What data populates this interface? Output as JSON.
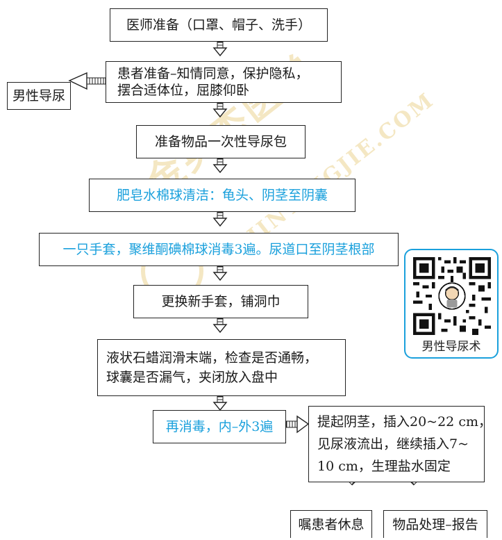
{
  "steps": {
    "s1": "医师准备（口罩、帽子、洗手）",
    "s2_line1": "患者准备–知情同意，保护隐私，",
    "s2_line2": "摆合适体位，屈膝仰卧",
    "side_left": "男性导尿",
    "s3": "准备物品一次性导尿包",
    "s4": "肥皂水棉球清洁：龟头、阴茎至阴囊",
    "s5": "一只手套，聚维酮碘棉球消毒3遍。尿道口至阴茎根部",
    "s6": "更换新手套，铺洞巾",
    "s7_line1": "液状石蜡润滑末端，检查是否通畅，",
    "s7_line2": "球囊是否漏气，夹闭放入盘中",
    "s8": "再消毒，内–外3遍",
    "s9_line1": "提起阴茎，插入20~22 cm，",
    "s9_line2": "见尿液流出，继续插入7~",
    "s9_line3": "10 cm，生理盐水固定",
    "s10": "嘱患者休息",
    "s11": "物品处理–报告"
  },
  "qr": {
    "caption": "男性导尿术"
  },
  "watermark": {
    "text": "金英杰医学",
    "sub": "JINYINGJIE.COM"
  },
  "colors": {
    "highlight": "#1aa0dc",
    "line": "#222222",
    "watermark": "#d7aa28"
  }
}
